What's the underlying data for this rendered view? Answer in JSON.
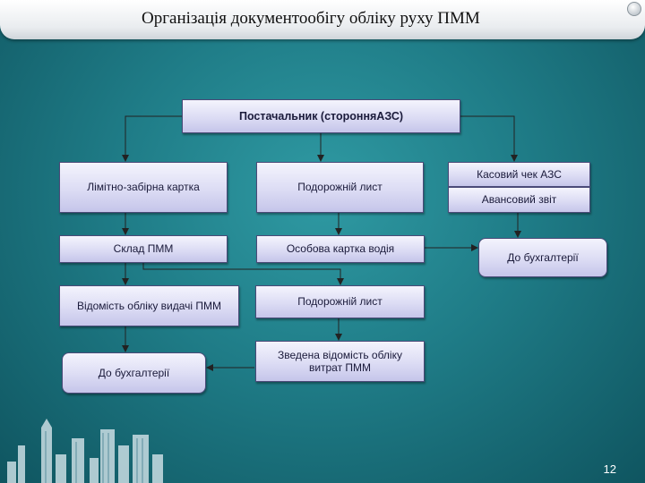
{
  "slide": {
    "title": "Організація документообігу обліку руху ПММ",
    "page_number": "12"
  },
  "diagram": {
    "supplier": "Постачальник (сторонняАЗС)",
    "limit_card": "Лімітно-забірна картка",
    "waybill_top": "Подорожній лист",
    "cash_check": "Касовий чек АЗС",
    "advance_report": "Авансовий звіт",
    "warehouse": "Склад ПММ",
    "driver_card": "Особова картка водія",
    "to_accounting_right": "До бухгалтерії",
    "issue_statement": "Відомість обліку видачі ПММ",
    "waybill_mid": "Подорожній лист",
    "to_accounting_left": "До бухгалтерії",
    "summary_statement": "Зведена відомість обліку витрат ПММ"
  },
  "colors": {
    "box_border": "#4a4a78",
    "arrow": "#222222",
    "background": "#1f7c87"
  }
}
